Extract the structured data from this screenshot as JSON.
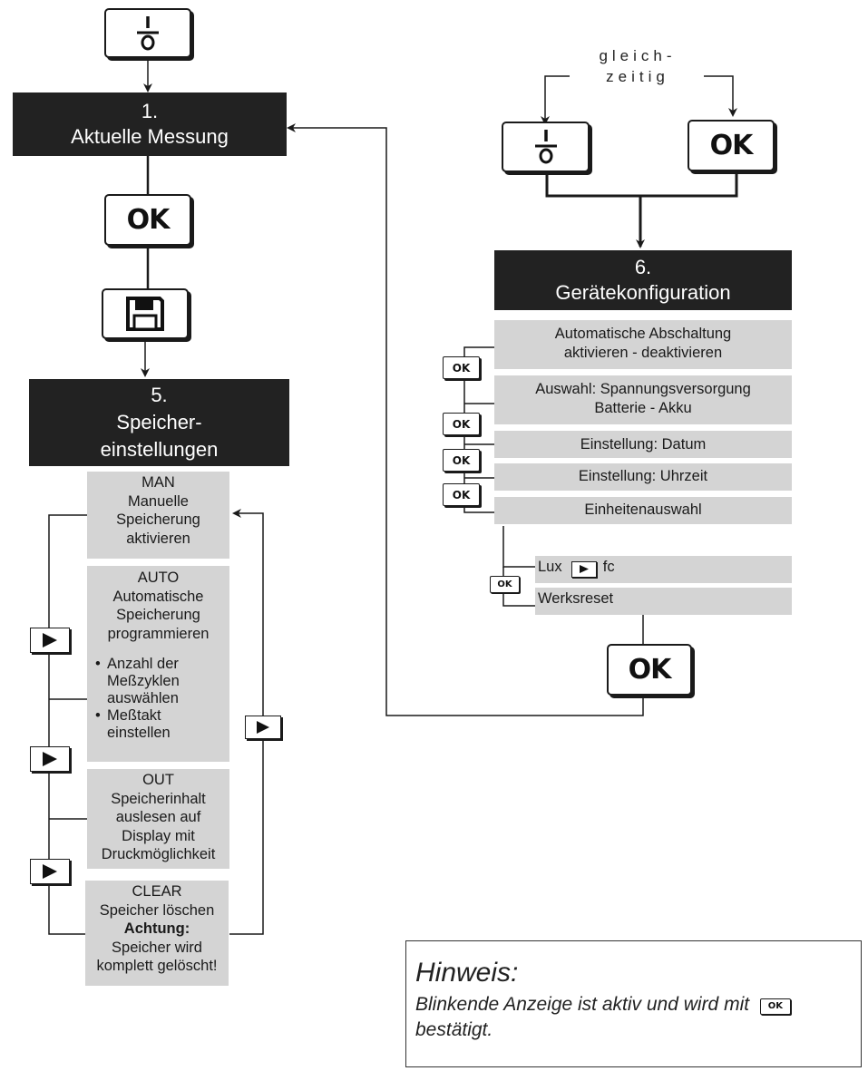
{
  "simultaneous_label": "gleich-\nzeitig",
  "keys": {
    "ok": "OK",
    "power_icon": "power-on-off-icon",
    "save_icon": "floppy-disk-icon",
    "next_icon": "play-triangle-icon"
  },
  "step1": {
    "number": "1.",
    "title": "Aktuelle Messung"
  },
  "step5": {
    "number": "5.",
    "title_line1": "Speicher-",
    "title_line2": "einstellungen"
  },
  "step6": {
    "number": "6.",
    "title": "Gerätekonfiguration"
  },
  "memory_modes": [
    {
      "head": "MAN",
      "text": "Manuelle\nSpeicherung\naktivieren"
    },
    {
      "head": "AUTO",
      "text": "Automatische\nSpeicherung\nprogrammieren",
      "bullets": [
        "Anzahl der\nMeßzyklen\nauswählen",
        "Meßtakt\neinstellen"
      ]
    },
    {
      "head": "OUT",
      "text": "Speicherinhalt\nauslesen auf\nDisplay mit\nDruckmöglichkeit"
    },
    {
      "head": "CLEAR",
      "text": "Speicher löschen",
      "warn_head": "Achtung:",
      "warn_text": "Speicher wird\nkomplett gelöscht!"
    }
  ],
  "config_items": [
    "Automatische Abschaltung\naktivieren - deaktivieren",
    "Auswahl: Spannungsversorgung\nBatterie - Akku",
    "Einstellung: Datum",
    "Einstellung: Uhrzeit",
    "Einheitenauswahl"
  ],
  "unit_items": {
    "lux_prefix": "Lux",
    "lux_suffix": "fc",
    "reset": "Werksreset"
  },
  "hint": {
    "title": "Hinweis:",
    "text_part1": "Blinkende Anzeige ist aktiv und wird mit",
    "text_part2": "bestätigt."
  },
  "colors": {
    "dark_box": "#222222",
    "grey_box": "#d4d4d4",
    "line": "#1a1a1a"
  }
}
